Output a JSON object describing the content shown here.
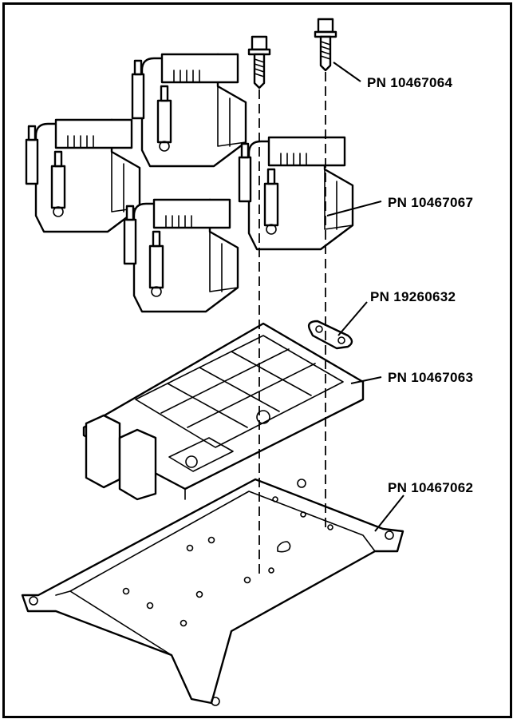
{
  "callouts": {
    "bolt": "PN 10467064",
    "coil": "PN 10467067",
    "spacer": "PN 19260632",
    "housing": "PN 10467063",
    "bracket": "PN 10467062"
  }
}
